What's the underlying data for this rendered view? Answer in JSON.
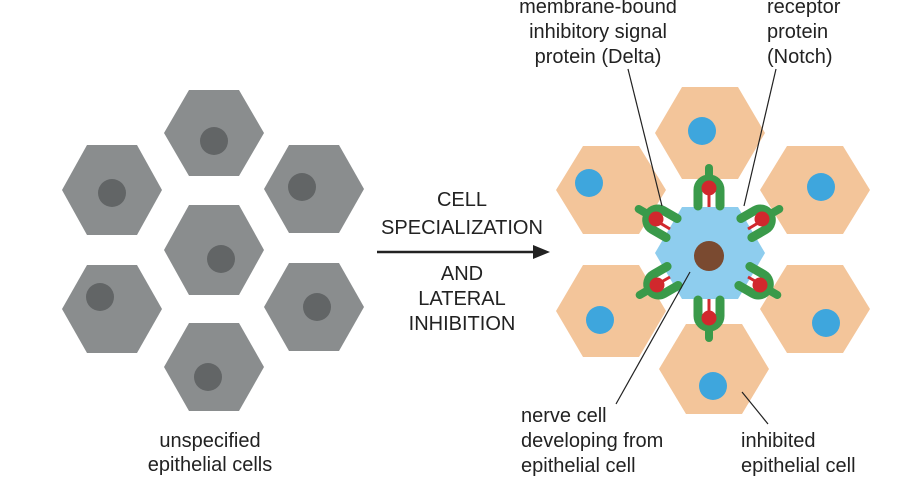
{
  "left_panel": {
    "caption_line1": "unspecified",
    "caption_line2": "epithelial cells"
  },
  "arrow": {
    "above_line1": "CELL",
    "above_line2": "SPECIALIZATION",
    "below_line1": "AND",
    "below_line2": "LATERAL",
    "below_line3": "INHIBITION"
  },
  "right_panel": {
    "delta_label_line1": "membrane-bound",
    "delta_label_line2": "inhibitory signal",
    "delta_label_line3": "protein (Delta)",
    "notch_label_line1": "receptor",
    "notch_label_line2": "protein",
    "notch_label_line3": "(Notch)",
    "nerve_label_line1": "nerve cell",
    "nerve_label_line2": "developing from",
    "nerve_label_line3": "epithelial cell",
    "inhibited_label_line1": "inhibited",
    "inhibited_label_line2": "epithelial cell"
  },
  "colors": {
    "unspecified_cell": "#8a8d8e",
    "unspecified_nucleus": "#626566",
    "inhibited_cell": "#f3c59a",
    "inhibited_nucleus": "#3ea6dd",
    "nerve_cell": "#8ecdee",
    "nerve_nucleus": "#7a4a30",
    "delta_protein": "#d1282d",
    "notch_receptor": "#3a9a4a"
  }
}
